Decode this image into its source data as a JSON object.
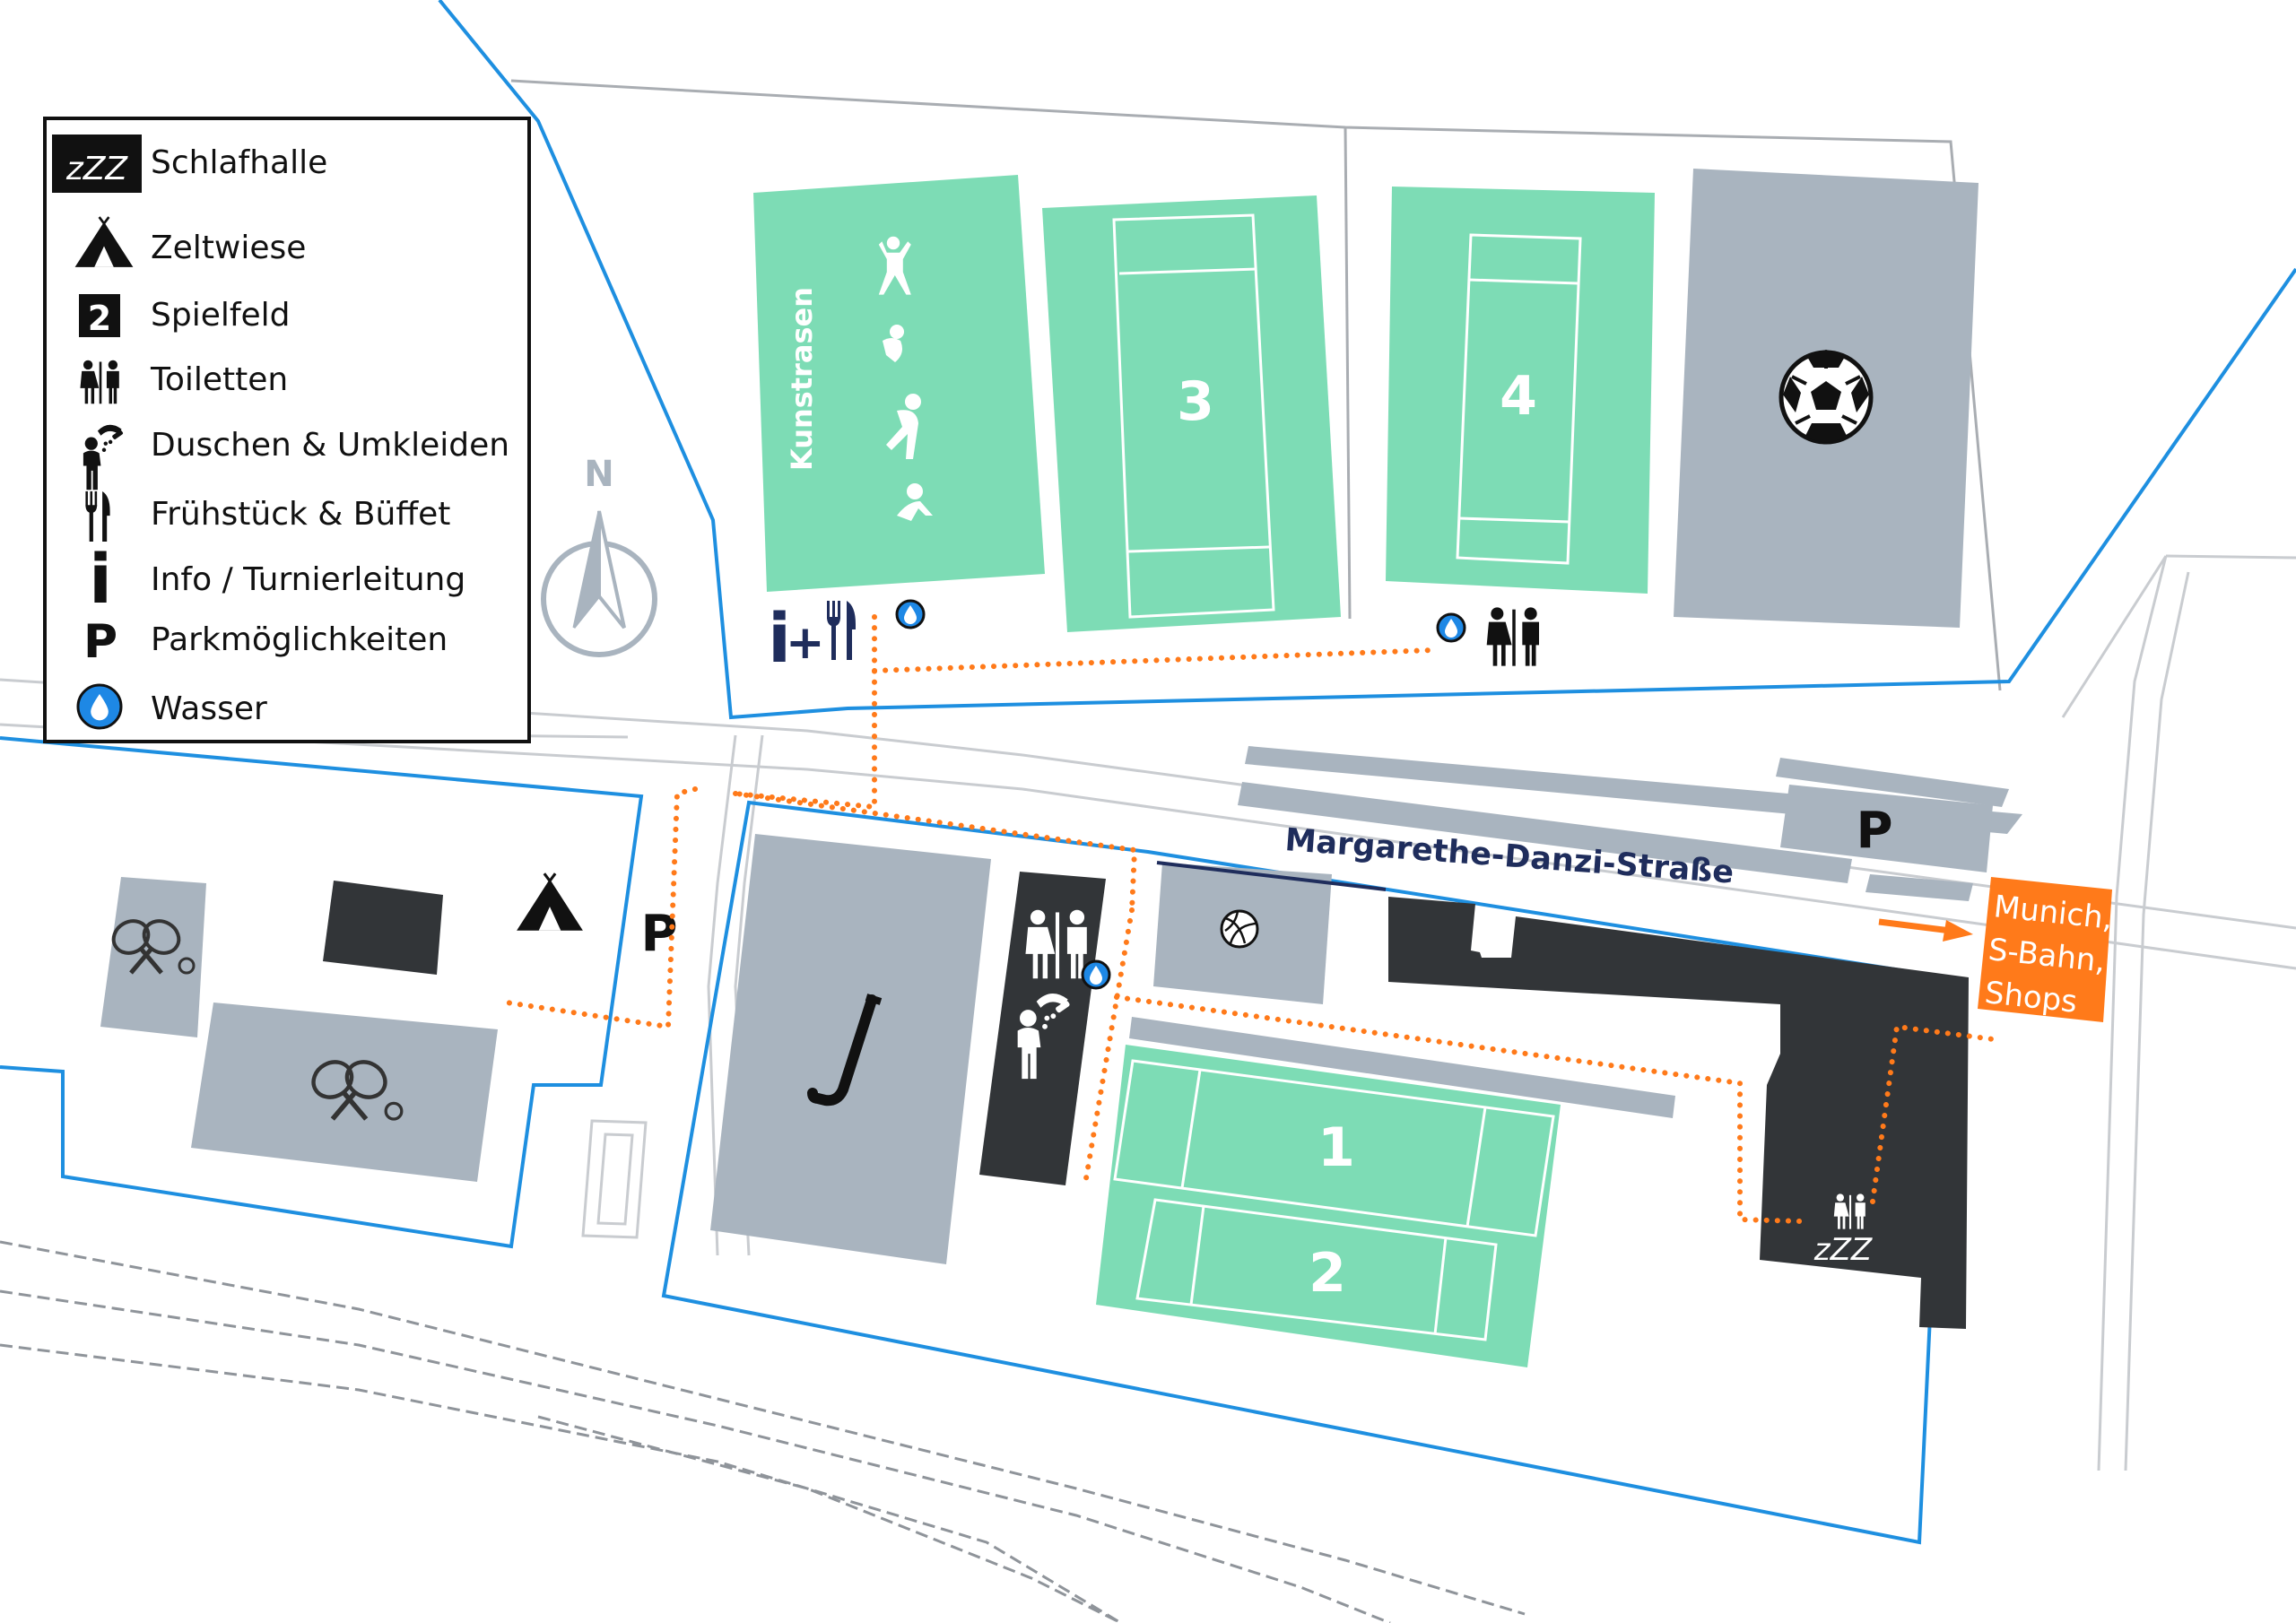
{
  "legend": {
    "items": [
      {
        "icon": "sleep-icon",
        "label": "Schlafhalle"
      },
      {
        "icon": "tent-icon",
        "label": "Zeltwiese"
      },
      {
        "icon": "field-number-icon",
        "label": "Spielfeld",
        "badge": "2"
      },
      {
        "icon": "toilet-icon",
        "label": "Toiletten"
      },
      {
        "icon": "shower-icon",
        "label": "Duschen & Umkleiden"
      },
      {
        "icon": "cutlery-icon",
        "label": "Frühstück & Büffet"
      },
      {
        "icon": "info-icon",
        "label": "Info / Turnierleitung",
        "glyph": "i"
      },
      {
        "icon": "parking-icon",
        "label": "Parkmöglichkeiten",
        "glyph": "P"
      },
      {
        "icon": "water-icon",
        "label": "Wasser"
      }
    ]
  },
  "map": {
    "compass_label": "N",
    "street_name": "Margarethe-Danzi-Straße",
    "kunstrasen_label": "Kunstrasen",
    "fields": {
      "f1": "1",
      "f2": "2",
      "f3": "3",
      "f4": "4"
    },
    "parking": "P",
    "sleep_glyph": "zZZ",
    "info_glyph": "i",
    "info_plus": "+",
    "exit_sign": {
      "line1": "Munich,",
      "line2": "S-Bahn,",
      "line3": "Shops"
    }
  },
  "colors": {
    "boundary": "#1e8fe0",
    "path": "#ff7a1a",
    "field": "#7ddcb5",
    "area": "#a9b4bf",
    "building": "#323538",
    "street_label": "#1f2d5c",
    "water": "#1e88e5"
  }
}
